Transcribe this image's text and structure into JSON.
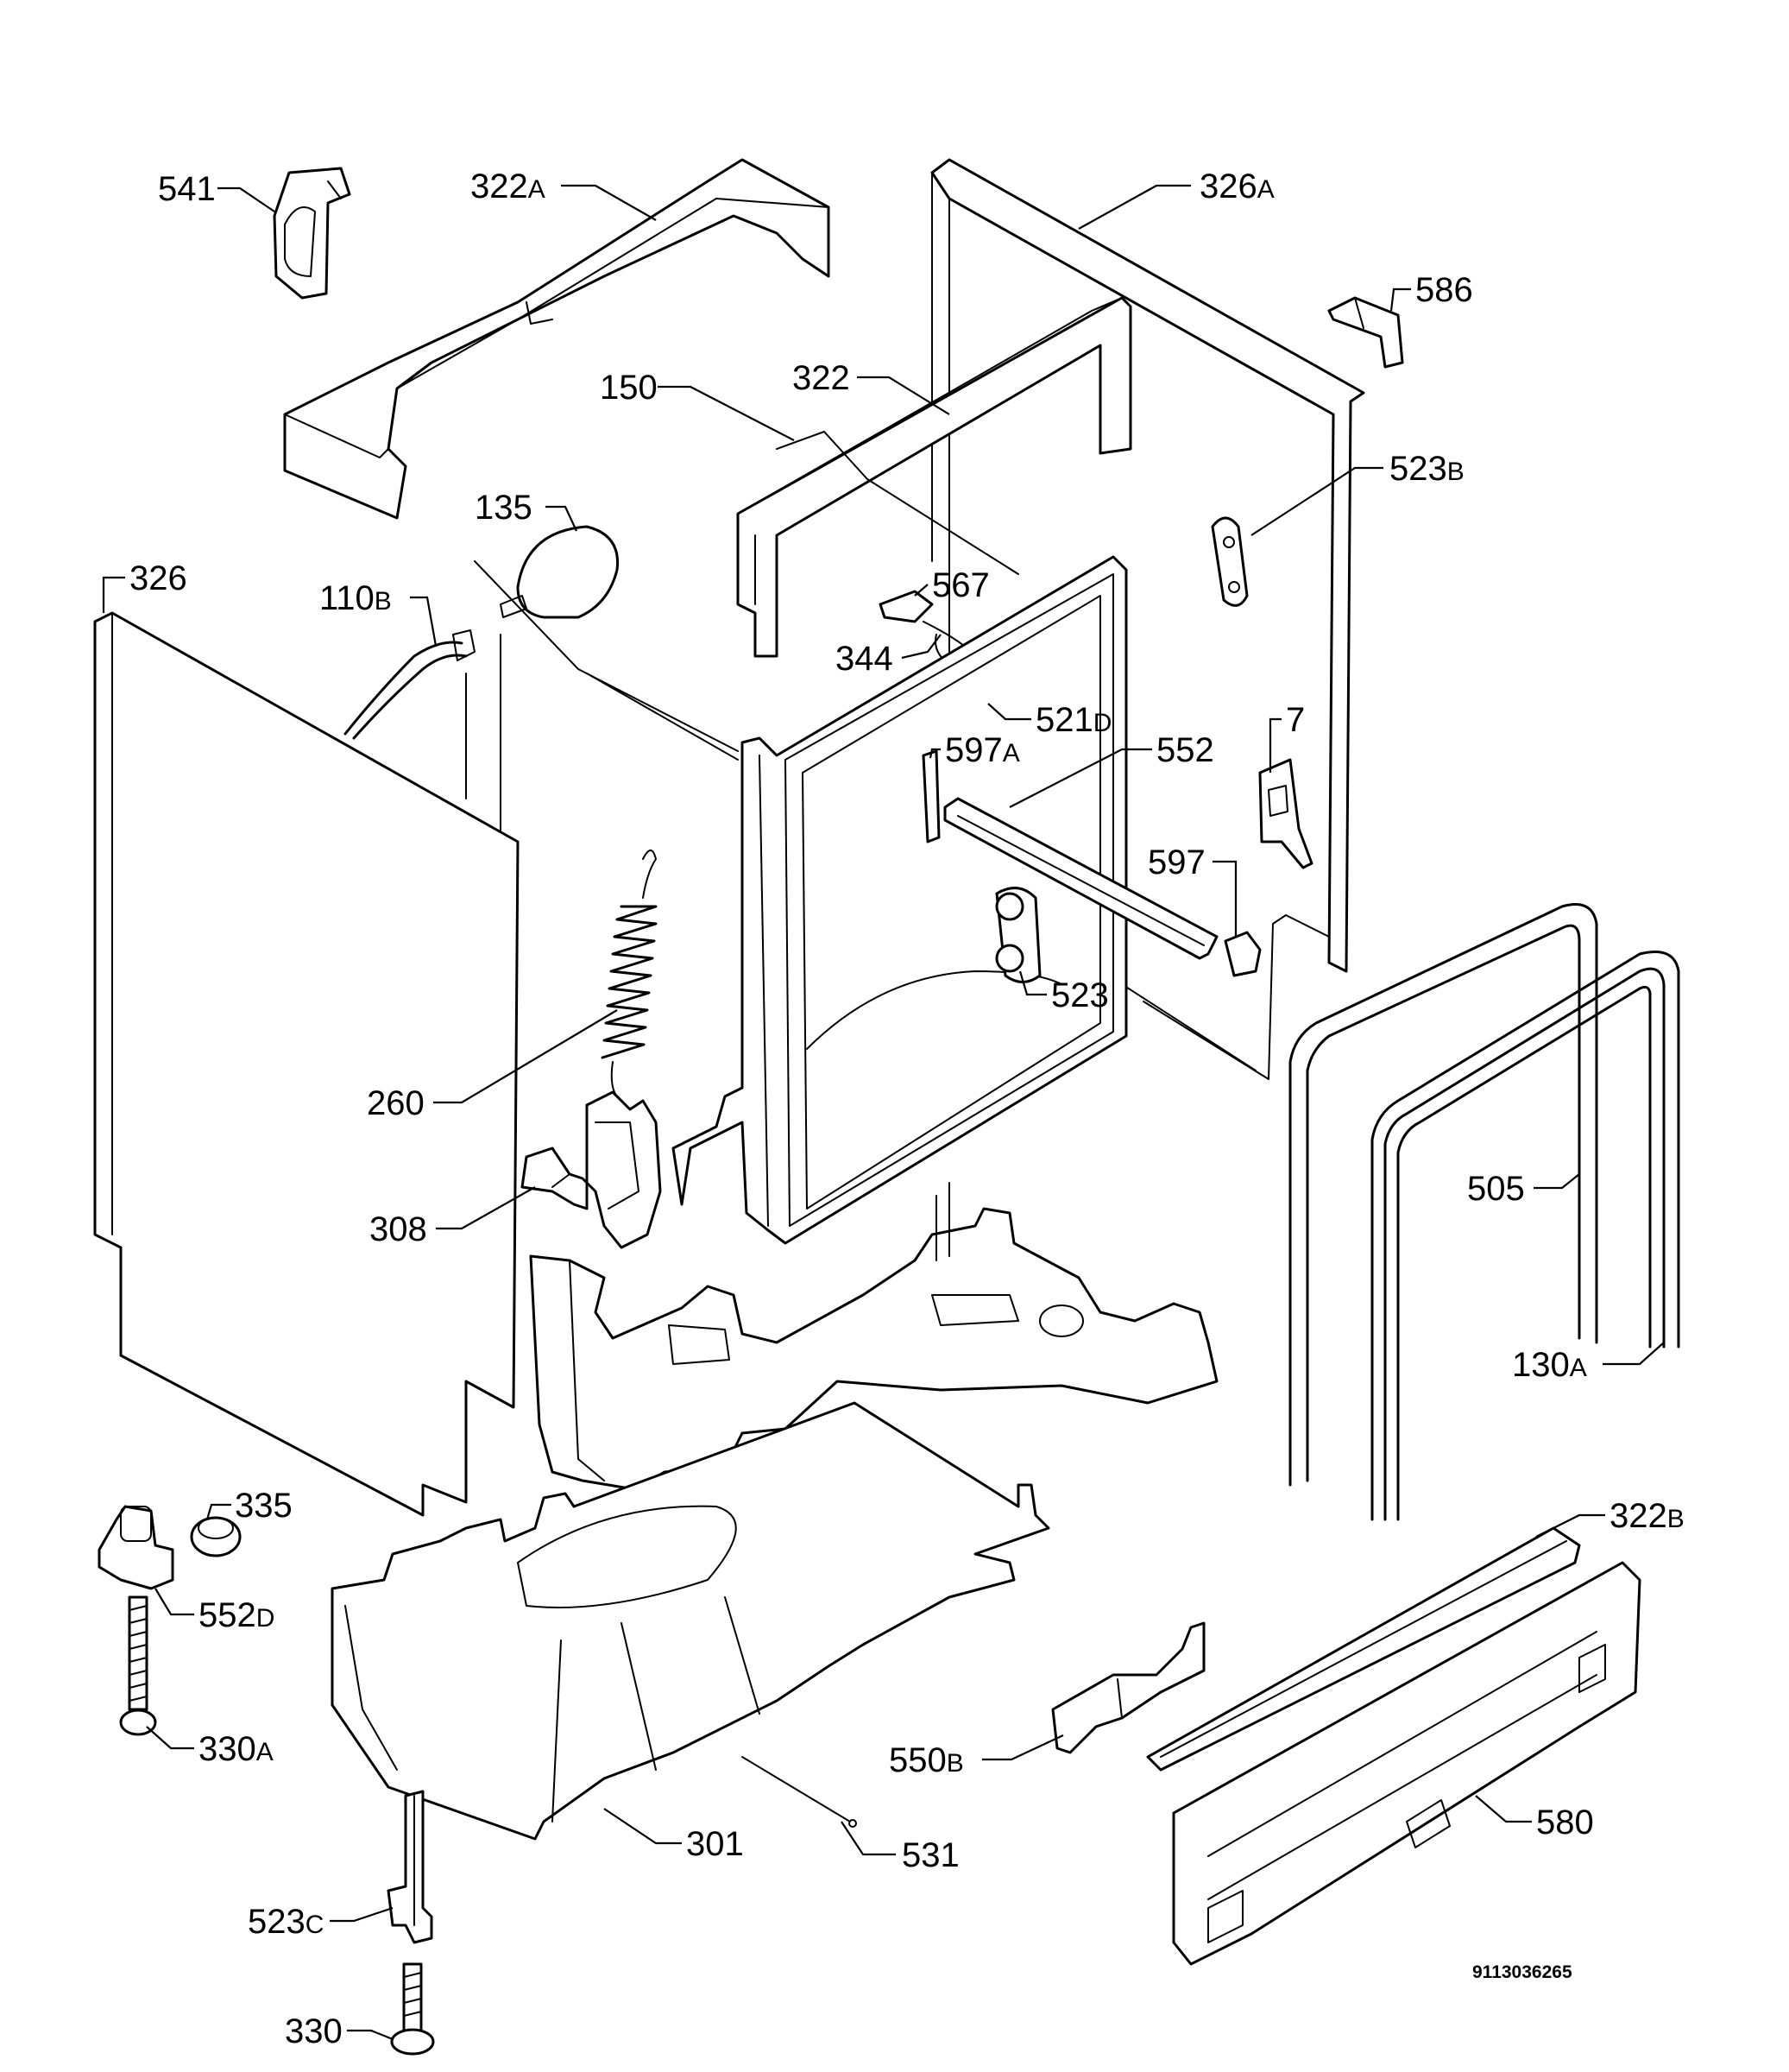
{
  "diagram": {
    "document_number": "9113036265",
    "labels": [
      {
        "id": "541",
        "num": "541",
        "suffix": ""
      },
      {
        "id": "322A",
        "num": "322",
        "suffix": "A"
      },
      {
        "id": "326A",
        "num": "326",
        "suffix": "A"
      },
      {
        "id": "586",
        "num": "586",
        "suffix": ""
      },
      {
        "id": "150",
        "num": "150",
        "suffix": ""
      },
      {
        "id": "322",
        "num": "322",
        "suffix": ""
      },
      {
        "id": "523B",
        "num": "523",
        "suffix": "B"
      },
      {
        "id": "135",
        "num": "135",
        "suffix": ""
      },
      {
        "id": "326",
        "num": "326",
        "suffix": ""
      },
      {
        "id": "110B",
        "num": "110",
        "suffix": "B"
      },
      {
        "id": "567",
        "num": "567",
        "suffix": ""
      },
      {
        "id": "344",
        "num": "344",
        "suffix": ""
      },
      {
        "id": "521D",
        "num": "521",
        "suffix": "D"
      },
      {
        "id": "7",
        "num": "7",
        "suffix": ""
      },
      {
        "id": "597A",
        "num": "597",
        "suffix": "A"
      },
      {
        "id": "552",
        "num": "552",
        "suffix": ""
      },
      {
        "id": "597",
        "num": "597",
        "suffix": ""
      },
      {
        "id": "523",
        "num": "523",
        "suffix": ""
      },
      {
        "id": "260",
        "num": "260",
        "suffix": ""
      },
      {
        "id": "505",
        "num": "505",
        "suffix": ""
      },
      {
        "id": "308",
        "num": "308",
        "suffix": ""
      },
      {
        "id": "130A",
        "num": "130",
        "suffix": "A"
      },
      {
        "id": "335",
        "num": "335",
        "suffix": ""
      },
      {
        "id": "322B",
        "num": "322",
        "suffix": "B"
      },
      {
        "id": "552D",
        "num": "552",
        "suffix": "D"
      },
      {
        "id": "330A",
        "num": "330",
        "suffix": "A"
      },
      {
        "id": "550B",
        "num": "550",
        "suffix": "B"
      },
      {
        "id": "580",
        "num": "580",
        "suffix": ""
      },
      {
        "id": "301",
        "num": "301",
        "suffix": ""
      },
      {
        "id": "531",
        "num": "531",
        "suffix": ""
      },
      {
        "id": "523C",
        "num": "523",
        "suffix": "C"
      },
      {
        "id": "330",
        "num": "330",
        "suffix": ""
      }
    ]
  }
}
